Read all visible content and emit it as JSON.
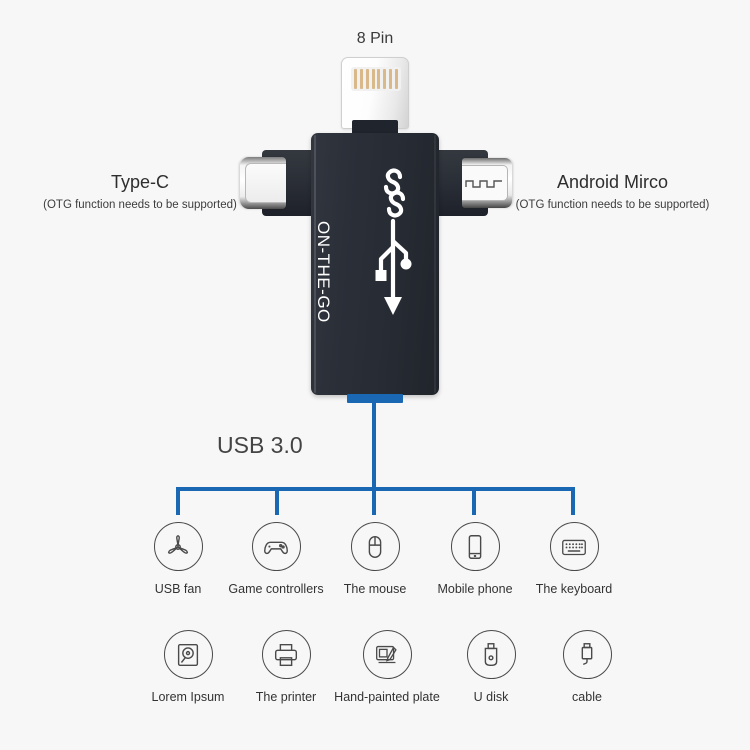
{
  "background_color": "#f7f7f7",
  "accent_color": "#1a68b3",
  "body_color": "#292d36",
  "top": {
    "pin_label": "8 Pin"
  },
  "device": {
    "print_text": "ON-THE-GO",
    "logo_icon": "superspeed-usb-trident-icon"
  },
  "connectors": {
    "left": {
      "title": "Type-C",
      "note": "(OTG function needs to be supported)",
      "icon": "usb-type-c-plug-icon"
    },
    "right": {
      "title": "Android Mirco",
      "note": "(OTG function needs to be supported)",
      "icon": "micro-usb-plug-icon"
    },
    "top": {
      "icon": "lightning-8pin-plug-icon"
    },
    "bottom": {
      "label": "USB 3.0",
      "icon": "usb-a-plug-icon"
    }
  },
  "compatible_devices": {
    "row1": [
      {
        "label": "USB fan",
        "icon": "fan-icon"
      },
      {
        "label": "Game controllers",
        "icon": "gamepad-icon"
      },
      {
        "label": "The mouse",
        "icon": "mouse-icon"
      },
      {
        "label": "Mobile phone",
        "icon": "smartphone-icon"
      },
      {
        "label": "The keyboard",
        "icon": "keyboard-icon"
      }
    ],
    "row2": [
      {
        "label": "Lorem Ipsum",
        "icon": "hard-drive-icon"
      },
      {
        "label": "The printer",
        "icon": "printer-icon"
      },
      {
        "label": "Hand-painted plate",
        "icon": "drawing-tablet-icon"
      },
      {
        "label": "U disk",
        "icon": "usb-flash-drive-icon"
      },
      {
        "label": "cable",
        "icon": "usb-cable-icon"
      }
    ]
  }
}
